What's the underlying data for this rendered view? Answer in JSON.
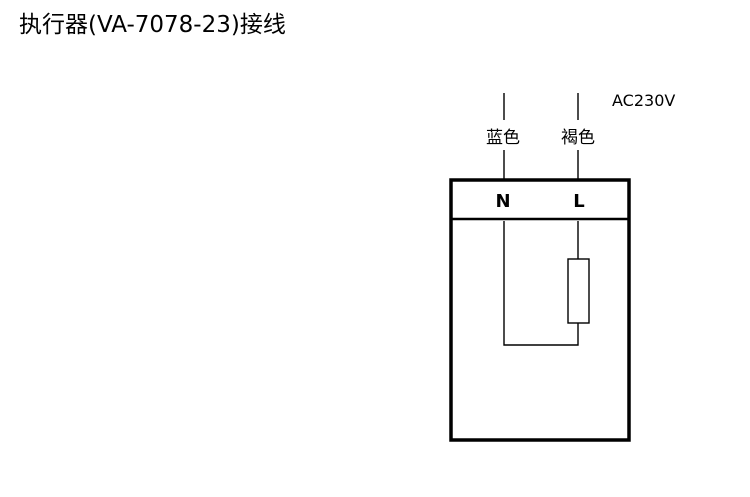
{
  "page": {
    "title": "执行器(VA-7078-23)接线"
  },
  "diagram": {
    "supply_label": "AC230V",
    "wires": [
      {
        "color_label": "蓝色",
        "terminal": "N"
      },
      {
        "color_label": "褐色",
        "terminal": "L"
      }
    ]
  }
}
